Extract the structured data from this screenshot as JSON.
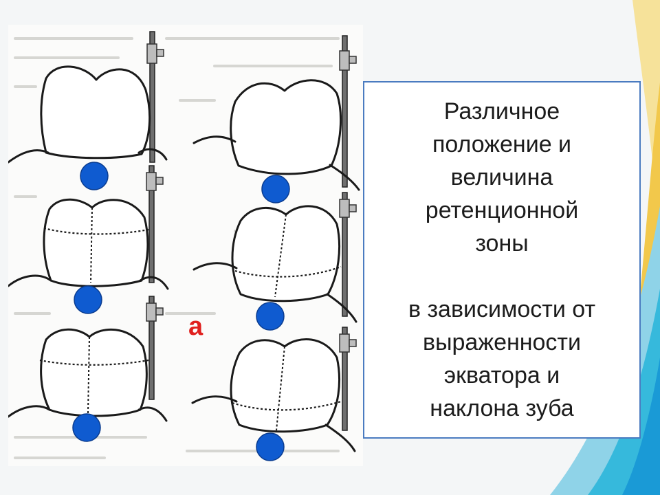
{
  "slide": {
    "accent_colors": [
      "#1a9ad6",
      "#36b9dc",
      "#8fd3e8",
      "#f2c84b",
      "#f6e29a"
    ],
    "marker_color": "#0f5bd0"
  },
  "figure": {
    "label": "а",
    "label_color": "#e0201e",
    "retention_markers": 6
  },
  "text_box": {
    "title": "Различное\nположение и\nвеличина\nретенционной\nзоны",
    "subtitle": "в зависимости от\nвыраженности\nэкватора и\nнаклона зуба"
  }
}
